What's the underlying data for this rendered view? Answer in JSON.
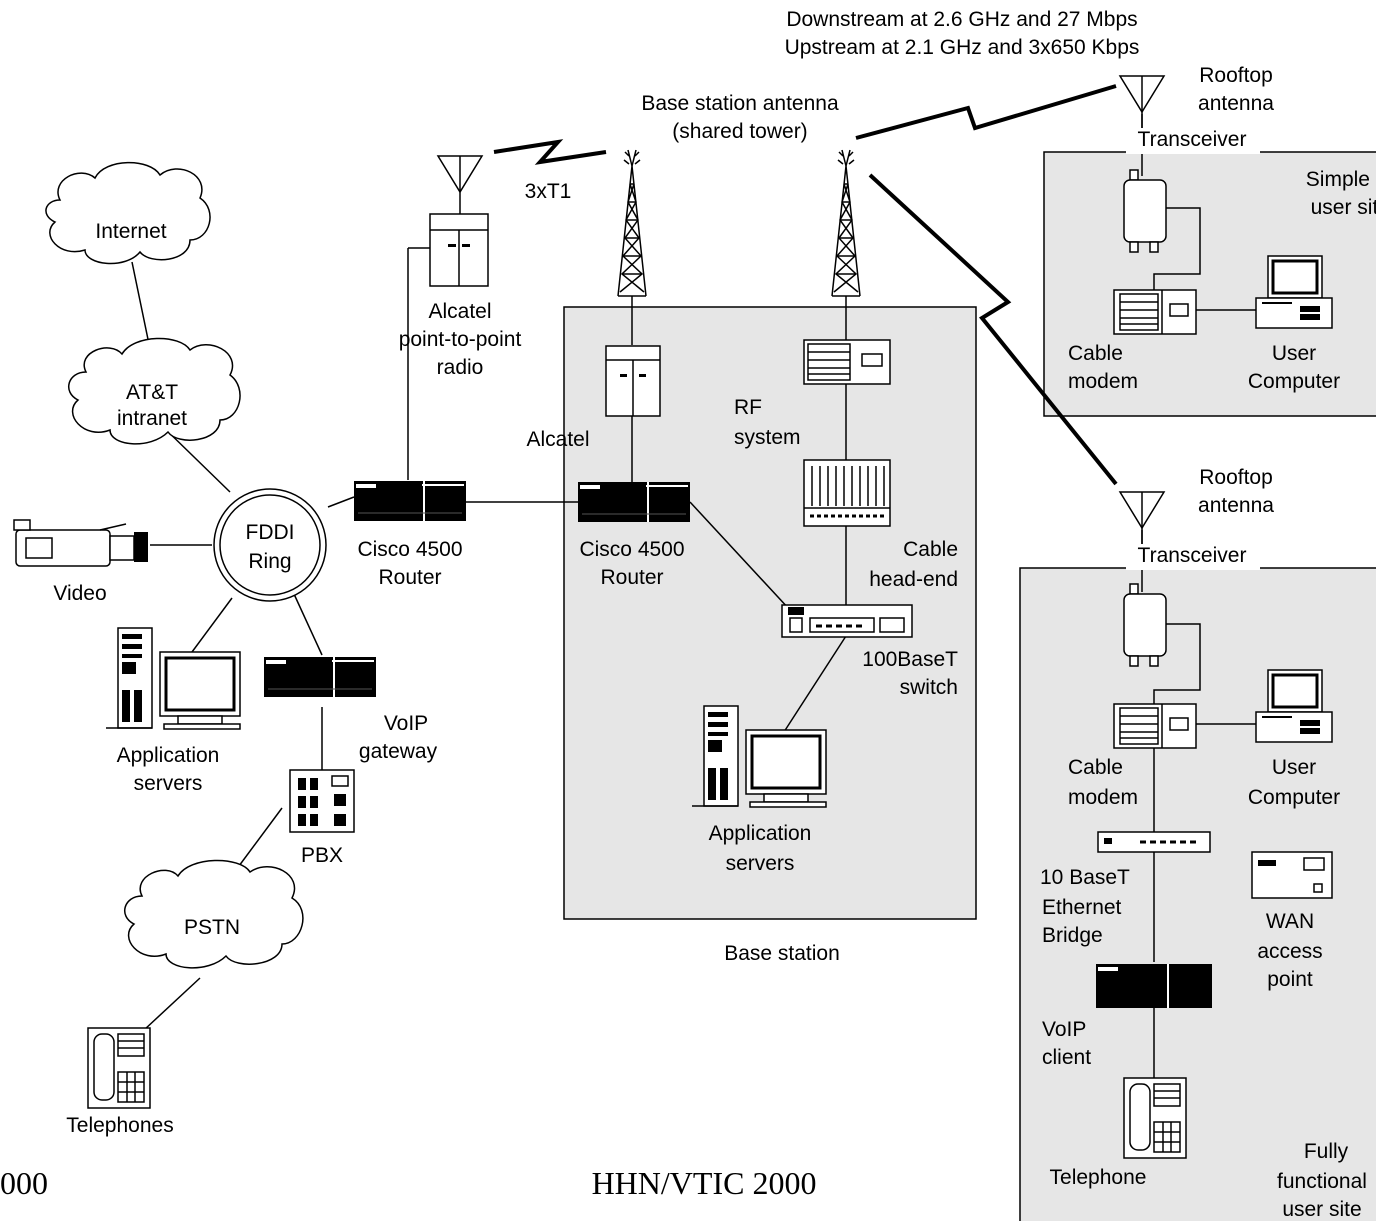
{
  "header": {
    "downstream": "Downstream at 2.6 GHz and 27 Mbps",
    "upstream": "Upstream at 2.1 GHz and 3x650 Kbps"
  },
  "base_station_antenna": [
    "Base station antenna",
    "(shared tower)"
  ],
  "link_3xt1": "3xT1",
  "clouds": {
    "internet": "Internet",
    "att": [
      "AT&T",
      "intranet"
    ],
    "pstn": "PSTN"
  },
  "fddi": [
    "FDDI",
    "Ring"
  ],
  "video": "Video",
  "app_servers_left": [
    "Application",
    "servers"
  ],
  "voip_gateway": [
    "VoIP",
    "gateway"
  ],
  "pbx": "PBX",
  "telephones": "Telephones",
  "alcatel_p2p": [
    "Alcatel",
    "point-to-point",
    "radio"
  ],
  "cisco_left": [
    "Cisco 4500",
    "Router"
  ],
  "base_station": {
    "alcatel": "Alcatel",
    "rf_system": [
      "RF",
      "system"
    ],
    "cisco": [
      "Cisco 4500",
      "Router"
    ],
    "cable_headend": [
      "Cable",
      "head-end"
    ],
    "switch": [
      "100BaseT",
      "switch"
    ],
    "app_servers": [
      "Application",
      "servers"
    ],
    "caption": "Base station"
  },
  "simple_site": {
    "rooftop": [
      "Rooftop",
      "antenna"
    ],
    "transceiver": "Transceiver",
    "title": [
      "Simple",
      "user site"
    ],
    "cable_modem": [
      "Cable",
      "modem"
    ],
    "user_computer": [
      "User",
      "Computer"
    ]
  },
  "full_site": {
    "rooftop": [
      "Rooftop",
      "antenna"
    ],
    "transceiver": "Transceiver",
    "cable_modem": [
      "Cable",
      "modem"
    ],
    "user_computer": [
      "User",
      "Computer"
    ],
    "bridge": [
      "10 BaseT",
      "Ethernet",
      "Bridge"
    ],
    "wan": [
      "WAN",
      "access",
      "point"
    ],
    "voip_client": [
      "VoIP",
      "client"
    ],
    "telephone": "Telephone",
    "title": [
      "Fully",
      "functional",
      "user site"
    ]
  },
  "footer": {
    "left": "000",
    "center": "HHN/VTIC 2000"
  }
}
